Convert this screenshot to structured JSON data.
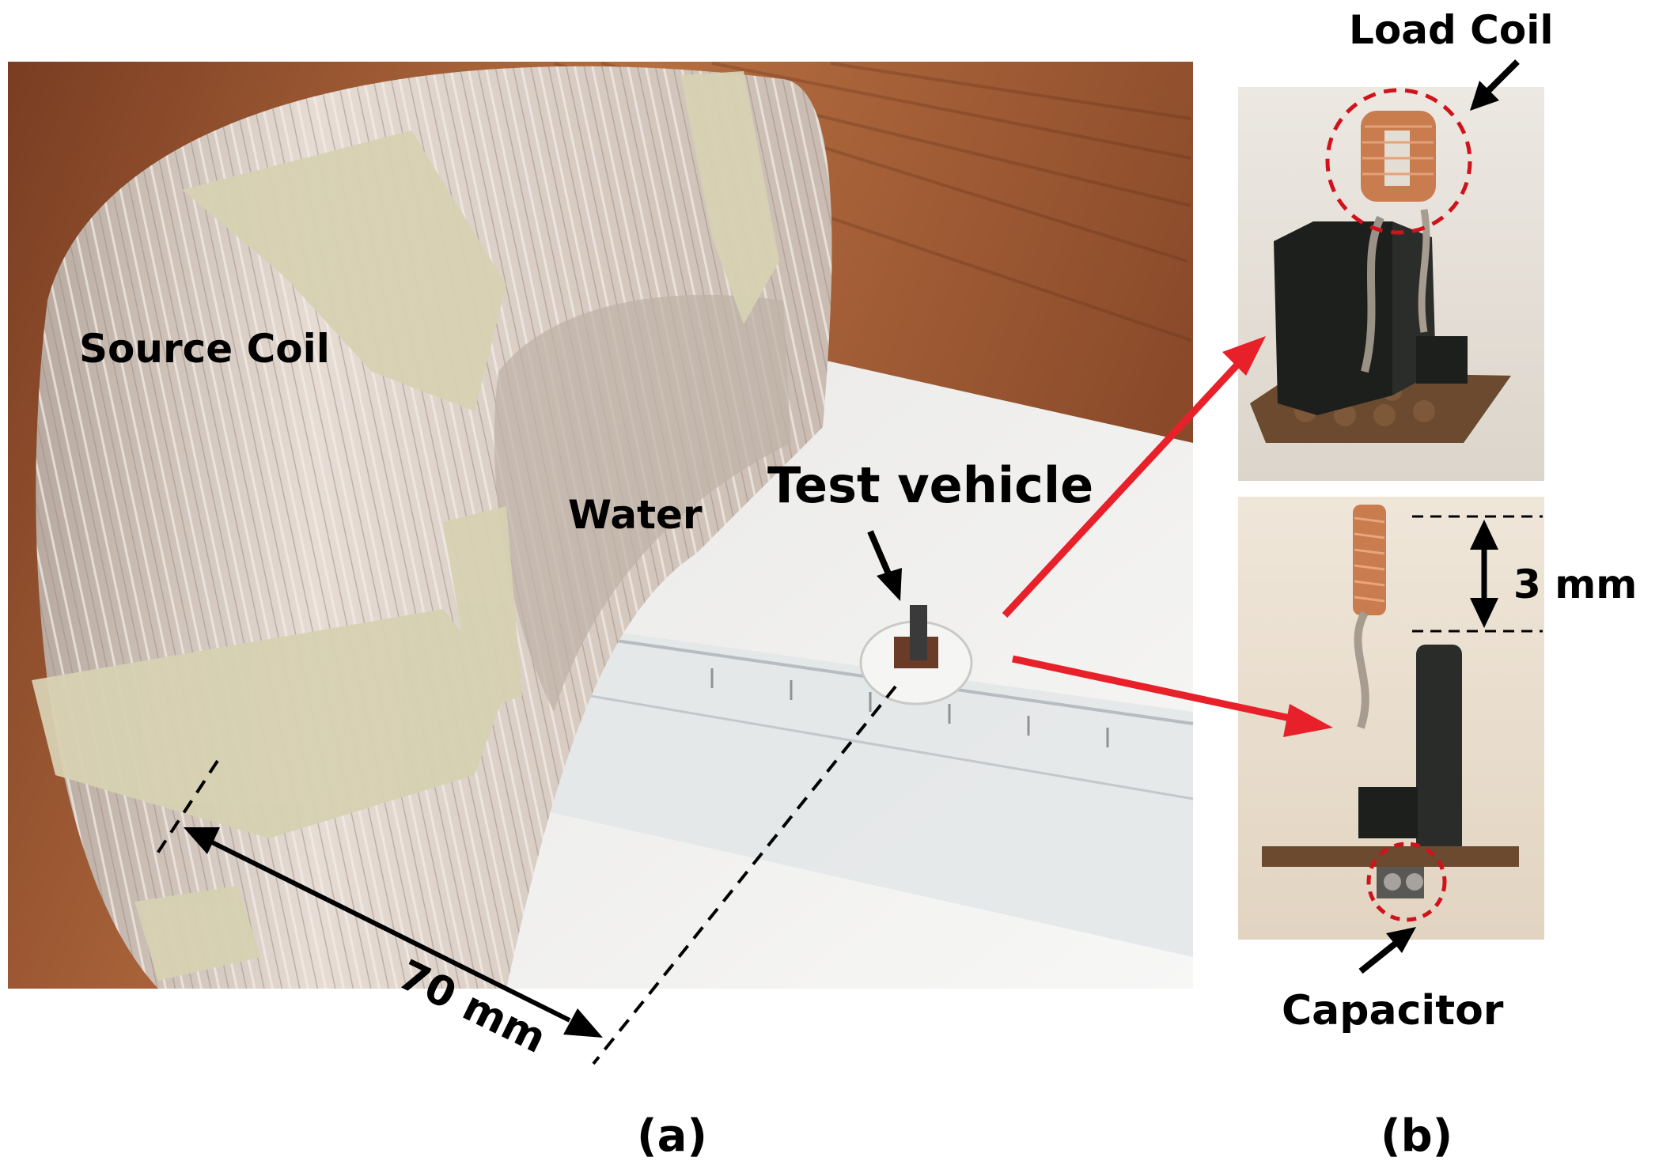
{
  "labels": {
    "source_coil": "Source Coil",
    "water": "Water",
    "test_vehicle": "Test vehicle",
    "distance": "70 mm",
    "load_coil": "Load Coil",
    "coil_height": "3 mm",
    "capacitor": "Capacitor"
  },
  "panels": {
    "a": "(a)",
    "b": "(b)"
  },
  "colors": {
    "arrow_red": "#e8202a",
    "circle_red": "#d0121b",
    "wood": "#a9623a",
    "coil_white": "#d9cdc4",
    "tape": "#cfc9a8",
    "copper": "#c97c4e",
    "black_part": "#1d1f1c",
    "pcb": "#6b4a2f"
  }
}
